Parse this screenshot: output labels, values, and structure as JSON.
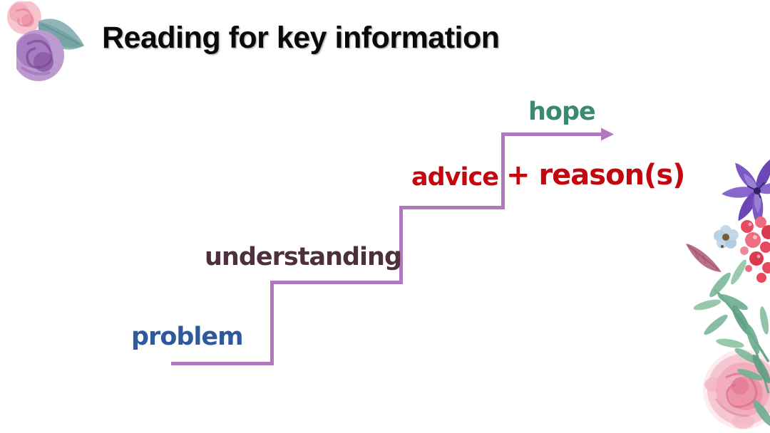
{
  "slide": {
    "title": "Reading for key information",
    "background_color": "#ffffff",
    "title_color": "#0a0a0a"
  },
  "diagram": {
    "type": "staircase",
    "line_color": "#b177bf",
    "steps": [
      {
        "label": "problem",
        "color": "#2e5a9c"
      },
      {
        "label": "understanding",
        "color": "#4e2f3e"
      },
      {
        "label": "advice",
        "color": "#c4060f",
        "annotation": "+ reason(s)",
        "annotation_color": "#c4060f"
      },
      {
        "label": "hope",
        "color": "#3a8a6f"
      }
    ]
  },
  "decorations": [
    {
      "name": "watercolor-roses-top-left"
    },
    {
      "name": "watercolor-bouquet-right"
    }
  ]
}
